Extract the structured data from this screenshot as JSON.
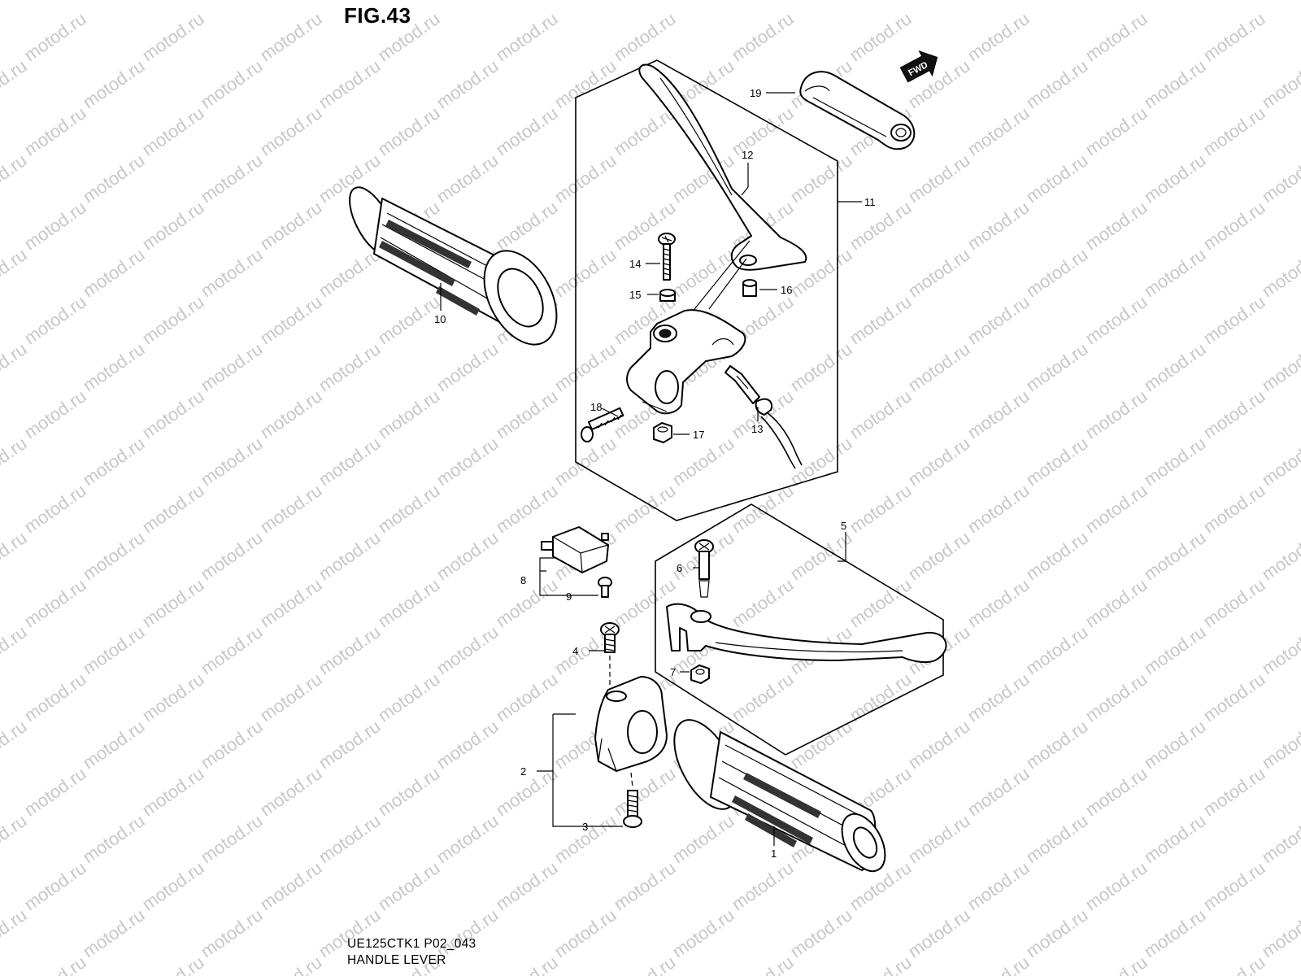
{
  "figure": {
    "title": "FIG.43",
    "model_code": "UE125CTK1 P02_043",
    "section_name": "HANDLE LEVER"
  },
  "watermark": "motod.ru",
  "direction_badge": "FWD",
  "callouts": [
    {
      "id": "c1",
      "label": "1",
      "part": "grip-right"
    },
    {
      "id": "c2",
      "label": "2",
      "part": "throttle-housing"
    },
    {
      "id": "c3",
      "label": "3",
      "part": "housing-screw-lower"
    },
    {
      "id": "c4",
      "label": "4",
      "part": "housing-screw-upper"
    },
    {
      "id": "c5",
      "label": "5",
      "part": "brake-lever-assembly"
    },
    {
      "id": "c6",
      "label": "6",
      "part": "lever-pivot-bolt"
    },
    {
      "id": "c7",
      "label": "7",
      "part": "lever-pivot-nut"
    },
    {
      "id": "c8",
      "label": "8",
      "part": "brake-light-switch"
    },
    {
      "id": "c9",
      "label": "9",
      "part": "switch-screw"
    },
    {
      "id": "c10",
      "label": "10",
      "part": "grip-left"
    },
    {
      "id": "c11",
      "label": "11",
      "part": "left-lever-assembly"
    },
    {
      "id": "c12",
      "label": "12",
      "part": "left-lever"
    },
    {
      "id": "c13",
      "label": "13",
      "part": "lever-switch"
    },
    {
      "id": "c14",
      "label": "14",
      "part": "lever-pivot-bolt-left"
    },
    {
      "id": "c15",
      "label": "15",
      "part": "washer"
    },
    {
      "id": "c16",
      "label": "16",
      "part": "bushing"
    },
    {
      "id": "c17",
      "label": "17",
      "part": "nut"
    },
    {
      "id": "c18",
      "label": "18",
      "part": "holder-screw"
    },
    {
      "id": "c19",
      "label": "19",
      "part": "parking-lever"
    }
  ]
}
